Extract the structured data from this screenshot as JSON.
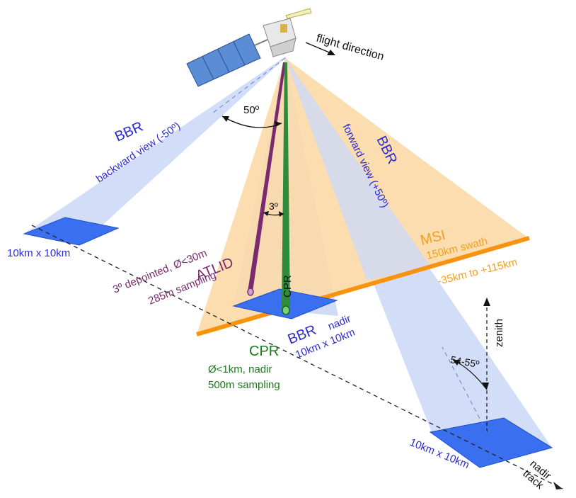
{
  "labels": {
    "flight_direction": "flight direction",
    "bbr_backward_title": "BBR",
    "bbr_backward_sub": "backward view (-50º)",
    "bbr_forward_title": "BBR",
    "bbr_forward_sub": "forward view (+50º)",
    "angle_50": "50º",
    "angle_3": "3º",
    "msi_title": "MSI",
    "msi_swath": "150km swath",
    "msi_range": "-35km to +115km",
    "atlid_title": "ATLID",
    "atlid_line1": "3º depointed, Ø<30m",
    "atlid_line2": "285m sampling",
    "cpr_beam": "CPR",
    "cpr_title": "CPR",
    "cpr_line1": "Ø<1km, nadir",
    "cpr_line2": "500m sampling",
    "bbr_nadir_title": "BBR",
    "bbr_nadir_word": "nadir",
    "bbr_nadir_size": "10km x 10km",
    "back_footprint": "10km x 10km",
    "fwd_footprint": "10km x 10km",
    "zenith": "zenith",
    "angle_54": "54-55º",
    "nadir_track_1": "nadir",
    "nadir_track_2": "track"
  },
  "colors": {
    "bbr_beam": "#cdd9f7",
    "msi_beam": "#fbd9a6",
    "footprint": "#3a6ff0",
    "msi_swath_line": "#f7930f",
    "atlid": "#7a2a6e",
    "cpr": "#2e8b3a",
    "text_blue": "#2b2bd0",
    "text_purple": "#7a2a6e",
    "text_green": "#1b7a1b",
    "text_orange": "#f0a020"
  }
}
